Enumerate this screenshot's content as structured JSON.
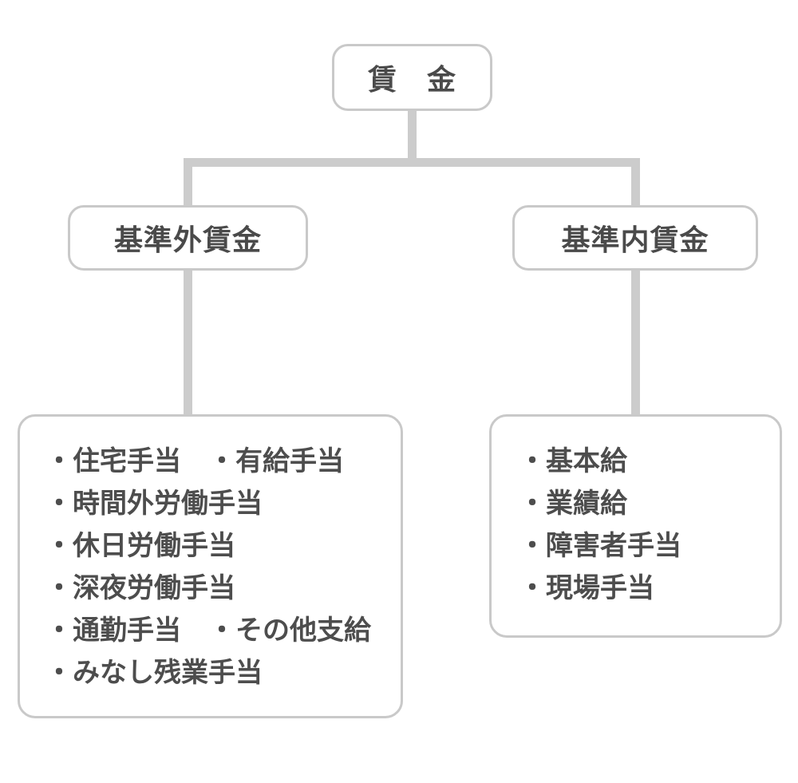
{
  "diagram": {
    "title_hint": "wage-structure-tree",
    "colors": {
      "connector": "#cccccc",
      "box_border": "#c9c9c9",
      "box_fill": "#ffffff",
      "text": "#4d4d4d",
      "background": "#ffffff"
    },
    "root": {
      "label": "賃　金"
    },
    "branches": [
      {
        "title": "基準外賃金",
        "items": [
          "・住宅手当　・有給手当",
          "・時間外労働手当",
          "・休日労働手当",
          "・深夜労働手当",
          "・通勤手当　・その他支給",
          "・みなし残業手当"
        ]
      },
      {
        "title": "基準内賃金",
        "items": [
          "・基本給",
          "・業績給",
          "・障害者手当",
          "・現場手当"
        ]
      }
    ]
  }
}
